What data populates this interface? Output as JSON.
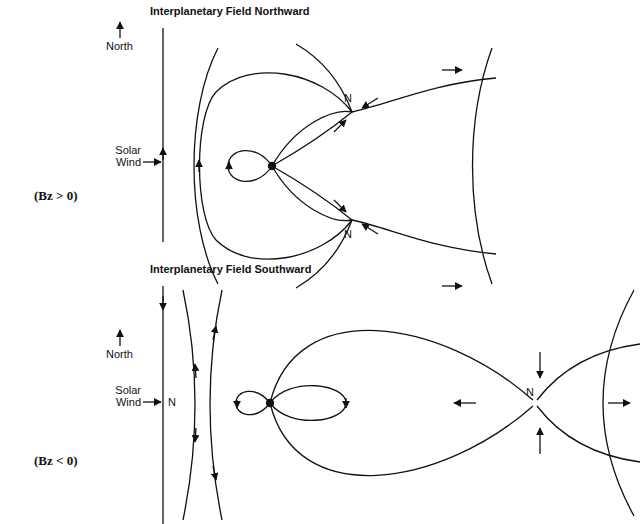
{
  "diagram": {
    "labels": [
      "Interplanetary Field Northward",
      "North",
      "Solar Wind",
      "N",
      "N",
      "(Bz > 0)",
      "Interplanetary Field Southward",
      "North",
      "Solar Wind",
      "N",
      "N",
      "(Bz < 0)"
    ]
  }
}
